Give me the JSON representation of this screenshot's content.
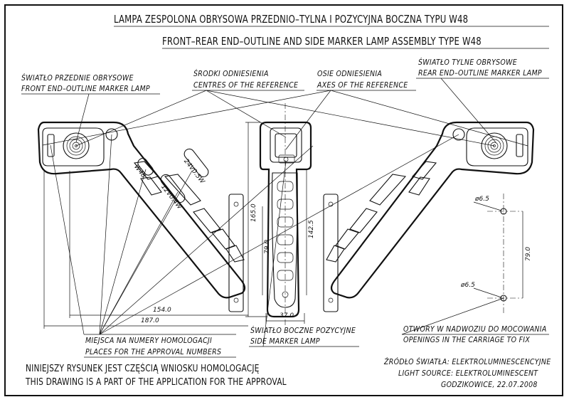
{
  "title": {
    "pl": "LAMPA  ZESPOLONA OBRYSOWA PRZEDNIO–TYLNA I POZYCYJNA BOCZNA TYPU W48",
    "en": "FRONT–REAR END–OUTLINE AND SIDE MARKER LAMP ASSEMBLY TYPE W48"
  },
  "labels": {
    "front_pl": "ŚWIATŁO PRZEDNIE OBRYSOWE",
    "front_en": "FRONT END–OUTLINE MARKER LAMP",
    "centres_pl": "ŚRODKI ODNIESIENIA",
    "centres_en": "CENTRES OF THE REFERENCE",
    "axes_pl": "OSIE ODNIESIENIA",
    "axes_en": "AXES OF THE REFERENCE",
    "rear_pl": "ŚWIATŁO TYLNE OBRYSOWE",
    "rear_en": "REAR END–OUTLINE MARKER LAMP",
    "places_pl": "MIEJSCA NA NUMERY HOMOLOGACJI",
    "places_en": "PLACES FOR THE APPROVAL NUMBERS",
    "side_pl": "ŚWIATŁO BOCZNE POZYCYJNE",
    "side_en": "SIDE MARKER LAMP",
    "openings_pl": "OTWORY W NADWOZIU DO MOCOWANIA",
    "openings_en": "OPENINGS IN THE CARRIAGE TO FIX"
  },
  "markings": {
    "type": "W48",
    "rating_a": "24V0.5W",
    "rating_b": "12V0.4W"
  },
  "dimensions": {
    "d154": "154.0",
    "d187": "187.0",
    "d165": "165.0",
    "d142": "142.5",
    "d79": "79.0",
    "d37": "37.0",
    "hole_a": "ø6.5",
    "hole_b": "ø6.5",
    "d79_holes": "79.0"
  },
  "footer": {
    "note_pl": "NINIEJSZY RYSUNEK JEST CZĘŚCIĄ WNIOSKU HOMOLOGACJĘ",
    "note_en": "THIS DRAWING IS A PART OF THE APPLICATION FOR THE APPROVAL",
    "source_pl": "ŹRÓDŁO ŚWIATŁA: ELEKTROLUMINESCENCYJNE",
    "source_en": "LIGHT SOURCE: ELEKTROLUMINESCENT",
    "place_date": "GODZIKOWICE, 22.07.2008"
  }
}
